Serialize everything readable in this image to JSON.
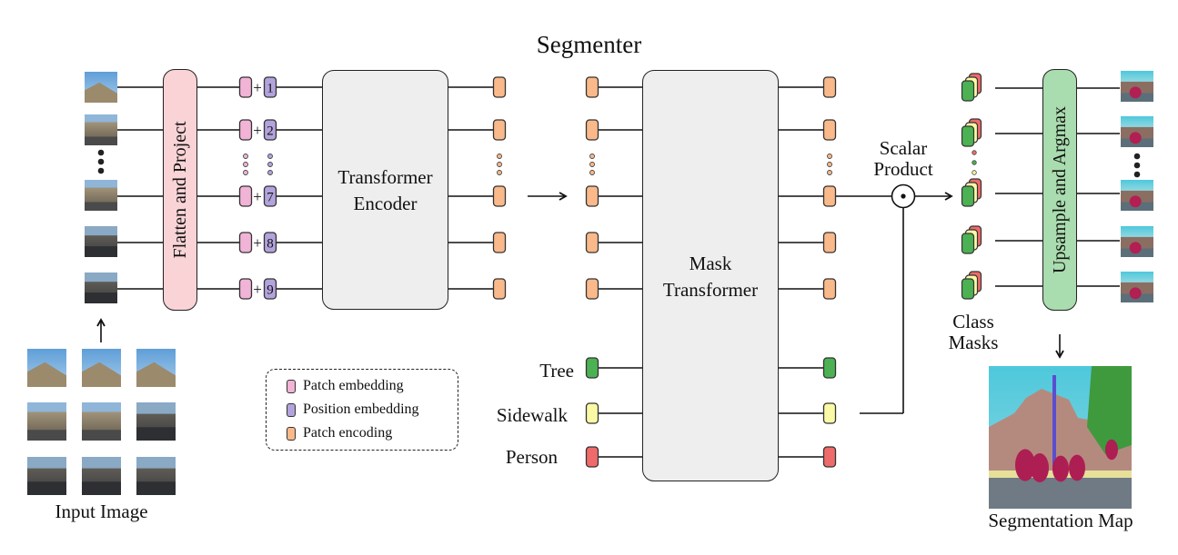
{
  "title": "Segmenter",
  "input_caption": "Input Image",
  "flatten_label": "Flatten and Project",
  "position_numbers": [
    "1",
    "2",
    "7",
    "8",
    "9"
  ],
  "plus": "+",
  "encoder_label": [
    "Transformer",
    "Encoder"
  ],
  "mask_transformer_label": [
    "Mask",
    "Transformer"
  ],
  "class_labels": [
    "Tree",
    "Sidewalk",
    "Person"
  ],
  "scalar_product_label": [
    "Scalar",
    "Product"
  ],
  "class_masks_label": [
    "Class",
    "Masks"
  ],
  "upsample_label": "Upsample and Argmax",
  "segmentation_caption": "Segmentation Map",
  "legend": {
    "patch_embedding": "Patch embedding",
    "position_embedding": "Position embedding",
    "patch_encoding": "Patch encoding"
  },
  "colors": {
    "patch_embedding": "#f1b3d6",
    "position_embedding": "#b3a3dc",
    "patch_encoding": "#f9b98a",
    "flatten_box": "#f9d3d6",
    "encoder_box": "#eeeeee",
    "upsample_box": "#a9dcae",
    "class_tree": "#4cb153",
    "class_sidewalk": "#fafaa6",
    "class_person": "#ef6a6a"
  },
  "icons": [
    "patch-thumbnail",
    "product-circle-dot-icon",
    "right-arrow-icon",
    "up-arrow-icon",
    "down-arrow-icon",
    "ellipsis-dots-icon"
  ]
}
